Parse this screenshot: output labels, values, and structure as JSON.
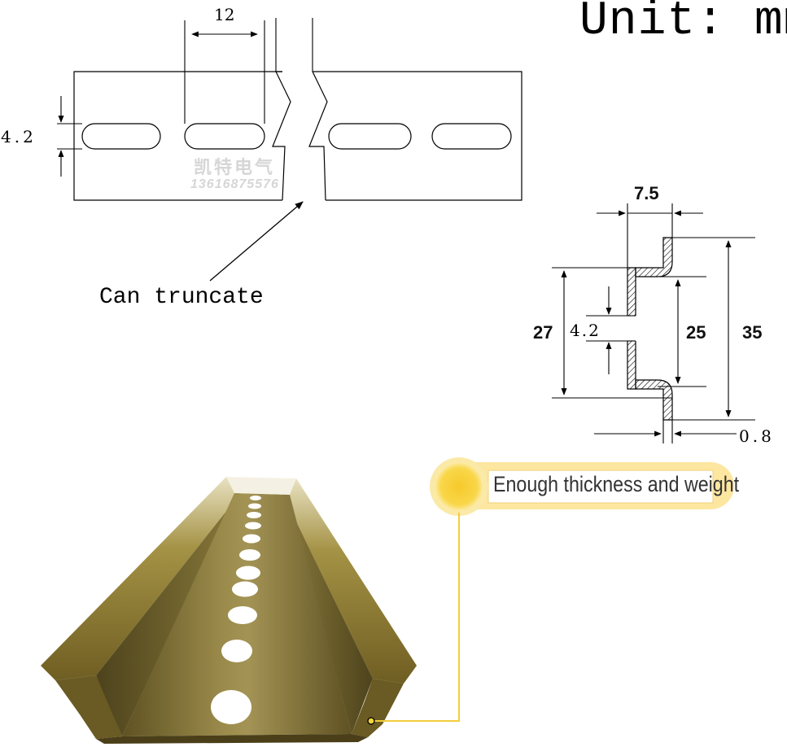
{
  "unit_label": "Unit: mm",
  "top_view": {
    "slot_pitch": "12",
    "slot_width": "4.2",
    "note": "Can truncate",
    "watermark_cn": "凯特电气",
    "watermark_num": "13616875576"
  },
  "cross_section": {
    "top_width": "7.5",
    "inner_height": "27",
    "slot_height": "4.2",
    "channel_height": "25",
    "outer_height": "35",
    "thickness": "0.8"
  },
  "callout": {
    "label": "Enough thickness and weight"
  },
  "colors": {
    "line": "#000000",
    "callout_yellow": "#f8d23a",
    "callout_glow": "#fbe79a",
    "brass": "#a08a3a"
  }
}
